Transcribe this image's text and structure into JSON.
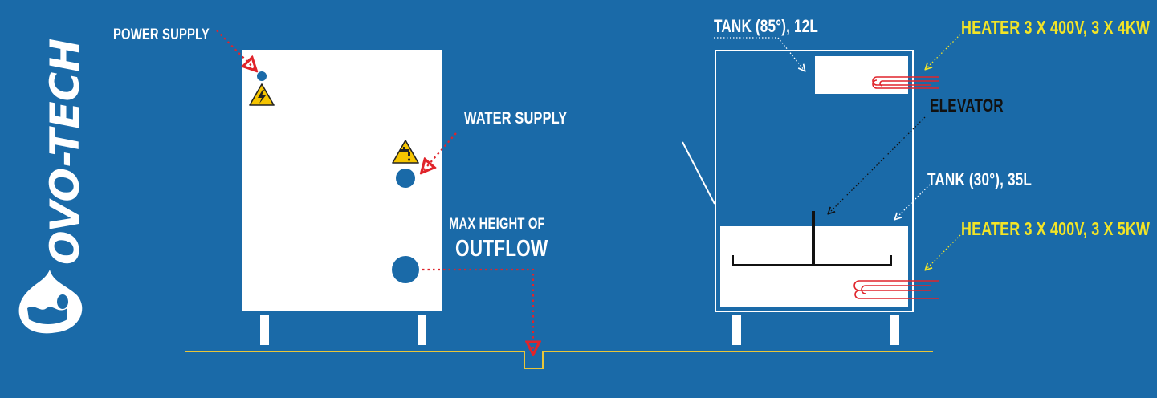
{
  "brand": {
    "name": "OVO-TECH"
  },
  "labels": {
    "power_supply": "POWER SUPPLY",
    "water_supply": "WATER SUPPLY",
    "max_height": "MAX HEIGHT OF",
    "outflow": "OUTFLOW",
    "tank_top": "TANK (85°), 12L",
    "tank_bottom": "TANK (30°), 35L",
    "elevator": "ELEVATOR",
    "heater_top": "HEATER 3 X 400V, 3 X 4KW",
    "heater_bottom": "HEATER 3 X 400V, 3 X 5KW"
  },
  "colors": {
    "background": "#1a6aa8",
    "machine": "#ffffff",
    "pipe_dot": "#1a6aa8",
    "pointer_red": "#e0242b",
    "heater_red": "#e0242b",
    "floor_line": "#e8c53a",
    "heater_text": "#f2e427",
    "warning_yellow": "#f5c400"
  },
  "icons": {
    "power_warning": "electric-hazard-icon",
    "water_warning": "water-tap-warning-icon",
    "logo": "egg-logo-icon"
  }
}
